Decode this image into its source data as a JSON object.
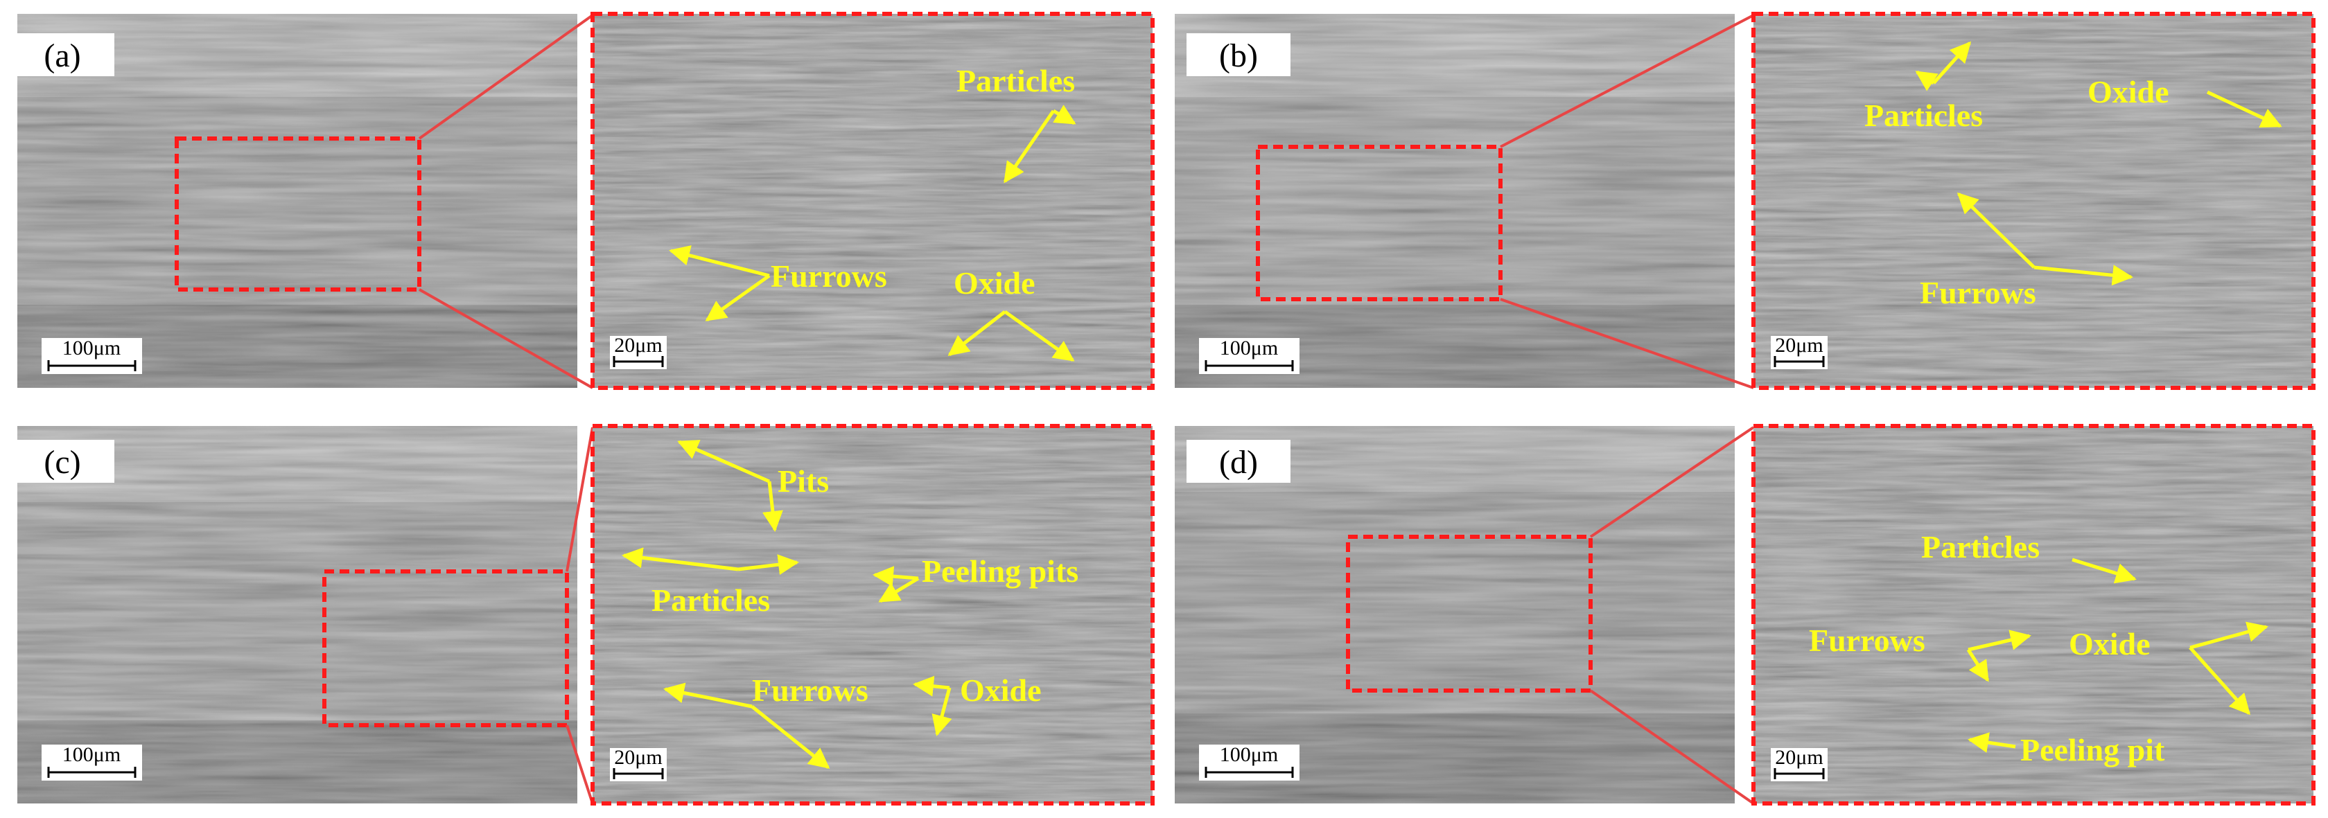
{
  "panels": [
    {
      "label": "(a)",
      "scale_overview": "100μm",
      "scale_zoom": "20μm",
      "annotations": [
        "Particles",
        "Furrows",
        "Oxide"
      ]
    },
    {
      "label": "(b)",
      "scale_overview": "100μm",
      "scale_zoom": "20μm",
      "annotations": [
        "Particles",
        "Oxide",
        "Furrows"
      ]
    },
    {
      "label": "(c)",
      "scale_overview": "100μm",
      "scale_zoom": "20μm",
      "annotations": [
        "Pits",
        "Particles",
        "Peeling pits",
        "Furrows",
        "Oxide"
      ]
    },
    {
      "label": "(d)",
      "scale_overview": "100μm",
      "scale_zoom": "20μm",
      "annotations": [
        "Particles",
        "Furrows",
        "Oxide",
        "Peeling pit"
      ]
    }
  ],
  "colors": {
    "annotation": "#ffff1a",
    "frame": "#ff1a1a",
    "connector": "#e84545",
    "surface_light": "#a9a9a9",
    "surface_dark": "#5a5a5a"
  }
}
